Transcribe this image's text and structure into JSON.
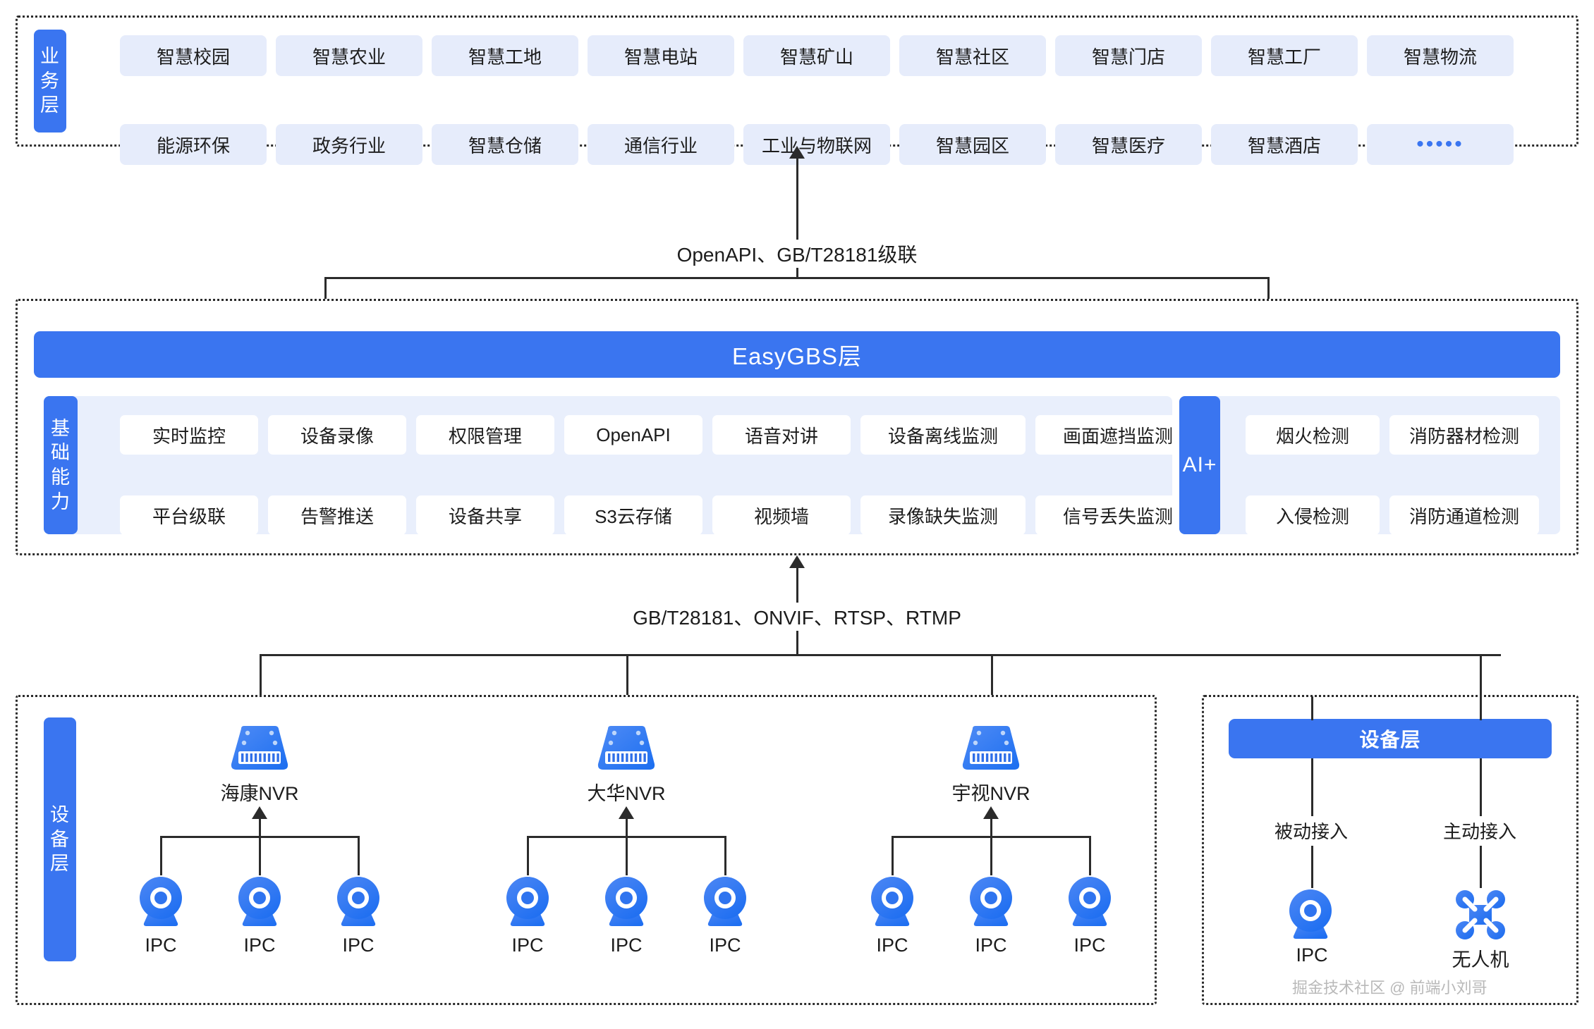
{
  "business_layer": {
    "tab_label": "业务层",
    "row1": [
      "智慧校园",
      "智慧农业",
      "智慧工地",
      "智慧电站",
      "智慧矿山",
      "智慧社区",
      "智慧门店",
      "智慧工厂",
      "智慧物流"
    ],
    "row2": [
      "能源环保",
      "政务行业",
      "智慧仓储",
      "通信行业",
      "工业与物联网",
      "智慧园区",
      "智慧医疗",
      "智慧酒店",
      "•••••"
    ]
  },
  "connector_top": {
    "label": "OpenAPI、GB/T28181级联"
  },
  "platform_layer": {
    "title": "EasyGBS层",
    "capability_tab": "基础能力",
    "capabilities_row1": [
      "实时监控",
      "设备录像",
      "权限管理",
      "OpenAPI",
      "语音对讲",
      "设备离线监测",
      "画面遮挡监测"
    ],
    "capabilities_row2": [
      "平台级联",
      "告警推送",
      "设备共享",
      "S3云存储",
      "视频墙",
      "录像缺失监测",
      "信号丢失监测"
    ],
    "ai_tab": "AI+",
    "ai_row1": [
      "烟火检测",
      "消防器材检测"
    ],
    "ai_row2": [
      "入侵检测",
      "消防通道检测"
    ]
  },
  "connector_bottom": {
    "label": "GB/T28181、ONVIF、RTSP、RTMP"
  },
  "device_layer_left": {
    "tab_label": "设备层",
    "nvrs": [
      {
        "name": "海康NVR",
        "children": [
          "IPC",
          "IPC",
          "IPC"
        ]
      },
      {
        "name": "大华NVR",
        "children": [
          "IPC",
          "IPC",
          "IPC"
        ]
      },
      {
        "name": "宇视NVR",
        "children": [
          "IPC",
          "IPC",
          "IPC"
        ]
      }
    ]
  },
  "device_layer_right": {
    "title": "设备层",
    "access_modes": [
      "被动接入",
      "主动接入"
    ],
    "devices": [
      "IPC",
      "无人机"
    ]
  },
  "watermark": {
    "text": "掘金技术社区 @ 前端小刘哥"
  },
  "colors": {
    "brand_blue": "#3a75f0",
    "chip_blue": "#e6ecfb",
    "panel_blue": "#e9effc",
    "line_dark": "#2b2b2b"
  }
}
